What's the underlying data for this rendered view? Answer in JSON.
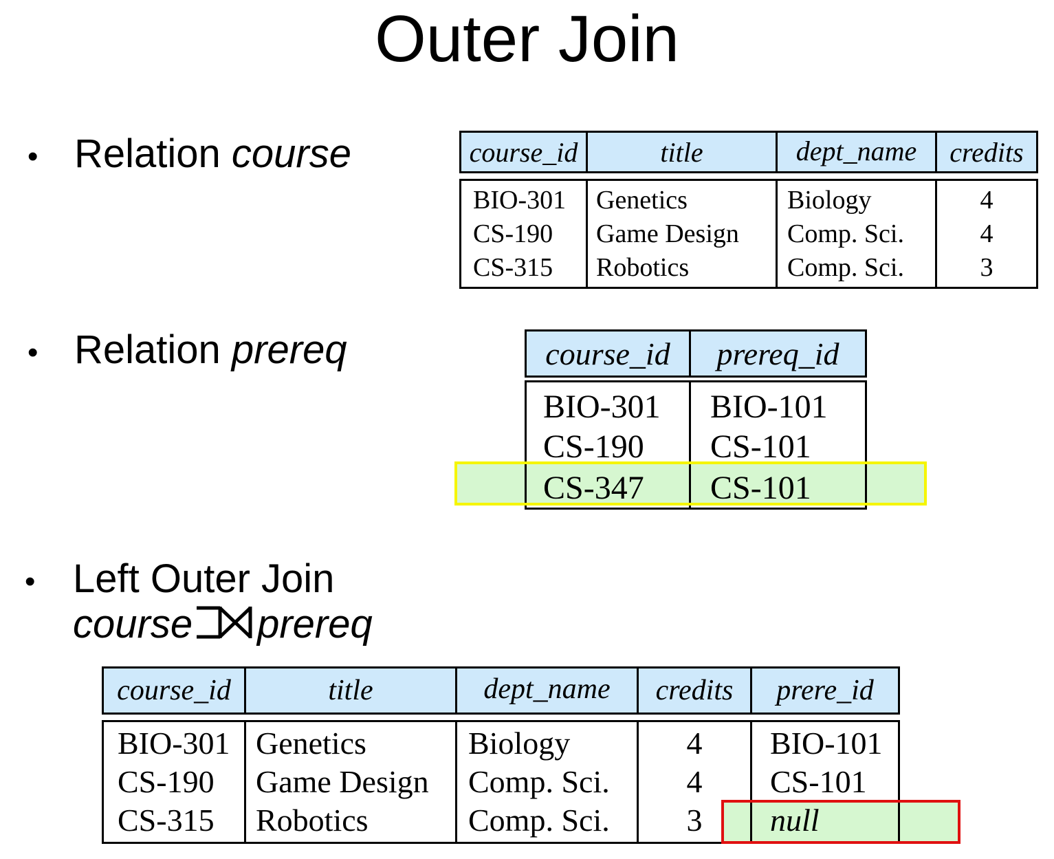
{
  "slide": {
    "title": "Outer Join",
    "bullets": [
      {
        "marker": "•",
        "text": "Relation ",
        "italic": "course"
      },
      {
        "marker": "•",
        "text": "Relation ",
        "italic": "prereq"
      },
      {
        "marker": "•",
        "text": "Left Outer Join",
        "expr_left": "course",
        "expr_right": "prereq"
      }
    ]
  },
  "course_table": {
    "headers": [
      "course_id",
      "title",
      "dept_name",
      "credits"
    ],
    "rows": [
      [
        "BIO-301",
        "Genetics",
        "Biology",
        "4"
      ],
      [
        "CS-190",
        "Game Design",
        "Comp. Sci.",
        "4"
      ],
      [
        "CS-315",
        "Robotics",
        "Comp. Sci.",
        "3"
      ]
    ]
  },
  "prereq_table": {
    "headers": [
      "course_id",
      "prereq_id"
    ],
    "rows": [
      [
        "BIO-301",
        "BIO-101"
      ],
      [
        "CS-190",
        "CS-101"
      ],
      [
        "CS-347",
        "CS-101"
      ]
    ]
  },
  "result_table": {
    "headers": [
      "course_id",
      "title",
      "dept_name",
      "credits",
      "prere_id"
    ],
    "rows": [
      [
        "BIO-301",
        "Genetics",
        "Biology",
        "4",
        "BIO-101"
      ],
      [
        "CS-190",
        "Game Design",
        "Comp. Sci.",
        "4",
        "CS-101"
      ],
      [
        "CS-315",
        "Robotics",
        "Comp. Sci.",
        "3",
        "null"
      ]
    ]
  },
  "colors": {
    "header_fill": "#cfe9fb",
    "highlight_fill": "#d6f7d0",
    "prereq_highlight_border": "#f5f500",
    "null_highlight_border": "#e01010"
  }
}
